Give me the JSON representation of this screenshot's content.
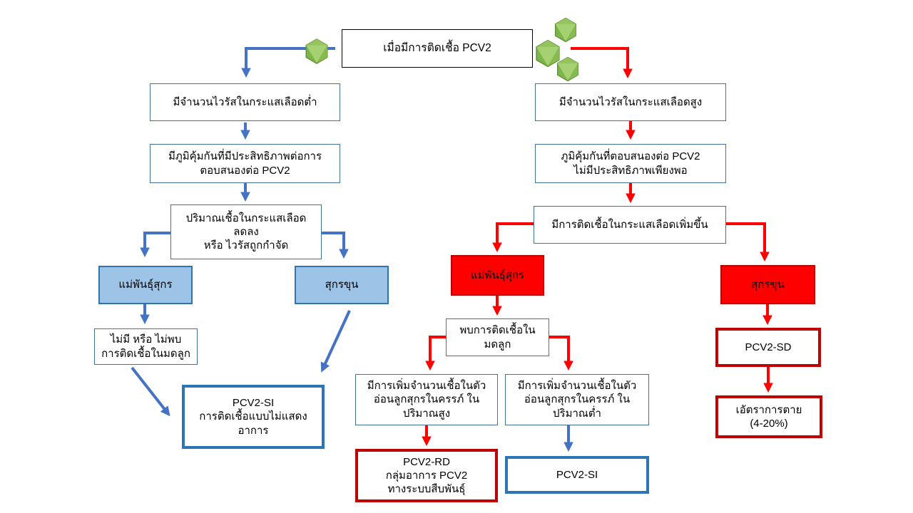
{
  "diagram": {
    "language": "th",
    "topic": "PCV2 infection outcome flowchart",
    "colors": {
      "mild_pathway_blue": "#4472C4",
      "severe_pathway_red": "#FF0000",
      "box_fill_light_blue": "#9DC3E6",
      "box_border_blue": "#2E75B6",
      "box_fill_red": "#FF0000",
      "box_border_dark_red": "#C00000",
      "thin_border_blue": "#41719C",
      "virus_green": "#7CB54A"
    },
    "icons": {
      "virus_particle": "green-icosahedron-virus-icon",
      "virus_count_left": 1,
      "virus_count_right": 3
    }
  },
  "nodes": {
    "title": {
      "label": "เมื่อมีการติดเชื้อ PCV2"
    },
    "lowViremia": {
      "label": "มีจำนวนไวรัสในกระแสเลือดต่ำ"
    },
    "effectiveImmunity": {
      "label": "มีภูมิคุ้มกันที่มีประสิทธิภาพต่อการ\nตอบสนองต่อ PCV2"
    },
    "viralClearance": {
      "label": "ปริมาณเชื้อในกระแสเลือด\nลดลง\nหรือ ไวรัสถูกกำจัด"
    },
    "sowBlue": {
      "label": "แม่พันธุ์สุกร"
    },
    "fattenerBlue": {
      "label": "สุกรขุน"
    },
    "noUterineInfection": {
      "label": "ไม่มี หรือ ไม่พบ\nการติดเชื้อในมดลูก"
    },
    "pcv2SiMain": {
      "label": "PCV2-SI\nการติดเชื้อแบบไม่แสดง\nอาการ"
    },
    "highViremia": {
      "label": "มีจำนวนไวรัสในกระแสเลือดสูง"
    },
    "insufficientImmunity": {
      "label": "ภูมิคุ้มกันที่ตอบสนองต่อ PCV2\nไม่มีประสิทธิภาพเพียงพอ"
    },
    "increasedViremia": {
      "label": "มีการติดเชื้อในกระแสเลือดเพิ่มขึ้น"
    },
    "sowRed": {
      "label": "แม่พันธุ์สุกร"
    },
    "fattenerRed": {
      "label": "สุกรขุน"
    },
    "uterineInfection": {
      "label": "พบการติดเชื้อใน\nมดลูก"
    },
    "fetalHigh": {
      "label": "มีการเพิ่มจำนวนเชื้อในตัว\nอ่อนลูกสุกรในครรภ์ ใน\nปริมาณสูง"
    },
    "fetalLow": {
      "label": "มีการเพิ่มจำนวนเชื้อในตัว\nอ่อนลูกสุกรในครรภ์ ใน\nปริมาณต่ำ"
    },
    "pcv2Rd": {
      "label": "PCV2-RD\nกลุ่มอาการ PCV2\nทางระบบสืบพันธุ์"
    },
    "pcv2SiSmall": {
      "label": "PCV2-SI"
    },
    "pcv2Sd": {
      "label": "PCV2-SD"
    },
    "mortality": {
      "label": "เอัตราการตาย\n(4-20%)"
    }
  },
  "edges": [
    {
      "from": "title",
      "to": "lowViremia",
      "color": "blue"
    },
    {
      "from": "lowViremia",
      "to": "effectiveImmunity",
      "color": "blue"
    },
    {
      "from": "effectiveImmunity",
      "to": "viralClearance",
      "color": "blue"
    },
    {
      "from": "viralClearance",
      "to": "sowBlue",
      "color": "blue"
    },
    {
      "from": "viralClearance",
      "to": "fattenerBlue",
      "color": "blue"
    },
    {
      "from": "sowBlue",
      "to": "noUterineInfection",
      "color": "blue"
    },
    {
      "from": "noUterineInfection",
      "to": "pcv2SiMain",
      "color": "blue"
    },
    {
      "from": "fattenerBlue",
      "to": "pcv2SiMain",
      "color": "blue"
    },
    {
      "from": "title",
      "to": "highViremia",
      "color": "red"
    },
    {
      "from": "highViremia",
      "to": "insufficientImmunity",
      "color": "red"
    },
    {
      "from": "insufficientImmunity",
      "to": "increasedViremia",
      "color": "red"
    },
    {
      "from": "increasedViremia",
      "to": "sowRed",
      "color": "red"
    },
    {
      "from": "increasedViremia",
      "to": "fattenerRed",
      "color": "red"
    },
    {
      "from": "sowRed",
      "to": "uterineInfection",
      "color": "red"
    },
    {
      "from": "uterineInfection",
      "to": "fetalHigh",
      "color": "red"
    },
    {
      "from": "uterineInfection",
      "to": "fetalLow",
      "color": "red"
    },
    {
      "from": "fetalHigh",
      "to": "pcv2Rd",
      "color": "red"
    },
    {
      "from": "fetalLow",
      "to": "pcv2SiSmall",
      "color": "blue"
    },
    {
      "from": "fattenerRed",
      "to": "pcv2Sd",
      "color": "red"
    },
    {
      "from": "pcv2Sd",
      "to": "mortality",
      "color": "red"
    }
  ]
}
